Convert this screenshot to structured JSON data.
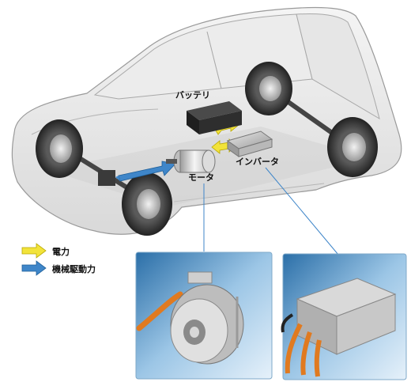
{
  "labels": {
    "battery": "バッテリ",
    "inverter": "インバータ",
    "motor": "モータ"
  },
  "legend": [
    {
      "label": "電力",
      "color": "#f2e33a",
      "icon": "yellow-arrow-icon"
    },
    {
      "label": "機械駆動力",
      "color": "#3f86c9",
      "icon": "blue-arrow-icon"
    }
  ],
  "photos": [
    {
      "name": "motor-photo"
    },
    {
      "name": "inverter-photo"
    }
  ]
}
